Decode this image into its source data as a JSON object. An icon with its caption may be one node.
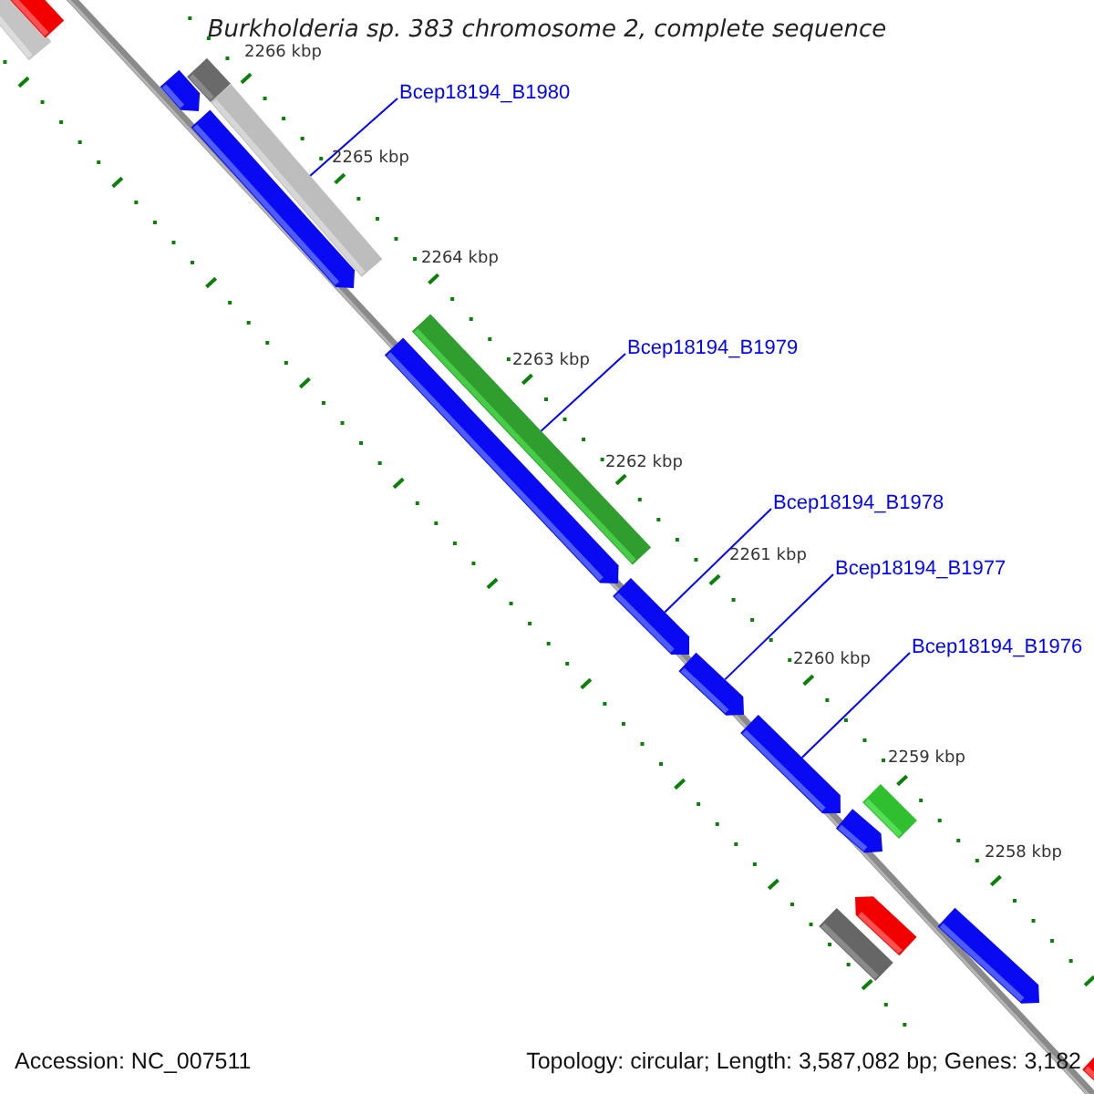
{
  "diagram": {
    "title": "Burkholderia sp. 383 chromosome 2, complete sequence",
    "nodes": [
      {
        "text": [
          "Bcep18194_B1980"
        ]
      },
      {
        "text": [
          "Bcep18194_B1979"
        ]
      },
      {
        "text": [
          "Bcep18194_B1978"
        ]
      },
      {
        "text": [
          "Bcep18194_B1977"
        ]
      },
      {
        "text": [
          "Bcep18194_B1976"
        ]
      },
      {
        "text": [],
        "shape": "bar"
      },
      {
        "text": [],
        "shape": "bar"
      },
      {
        "text": [],
        "shape": "bar"
      },
      {
        "text": [],
        "shape": "bar"
      },
      {
        "text": [],
        "shape": "bar"
      },
      {
        "text": [],
        "shape": "bar"
      },
      {
        "text": [],
        "shape": "bar"
      },
      {
        "text": [],
        "shape": "bar"
      },
      {
        "text": [],
        "shape": "bar"
      },
      {
        "text": [],
        "shape": "bar"
      },
      {
        "text": [],
        "shape": "bar"
      },
      {
        "text": [],
        "shape": "bar"
      },
      {
        "text": [],
        "shape": "bar"
      },
      {
        "text": [],
        "shape": "bar"
      },
      {
        "text": [],
        "shape": "bar"
      },
      {
        "text": [],
        "shape": "bar"
      },
      {
        "text": [],
        "shape": "bar"
      }
    ],
    "edges": [
      {
        "from": 0,
        "to": 9,
        "arrow": "none"
      },
      {
        "from": 1,
        "to": 11,
        "arrow": "none"
      },
      {
        "from": 2,
        "to": 13,
        "arrow": "none"
      },
      {
        "from": 3,
        "to": 14,
        "arrow": "none"
      },
      {
        "from": 4,
        "to": 15,
        "arrow": "none"
      }
    ],
    "labels": [
      "2266 kbp",
      "2265 kbp",
      "2264 kbp",
      "2263 kbp",
      "2262 kbp",
      "2261 kbp",
      "2260 kbp",
      "2259 kbp",
      "2258 kbp",
      "Accession: NC_007511",
      "Topology: circular; Length: 3,587,082 bp; Genes: 3,182"
    ]
  }
}
